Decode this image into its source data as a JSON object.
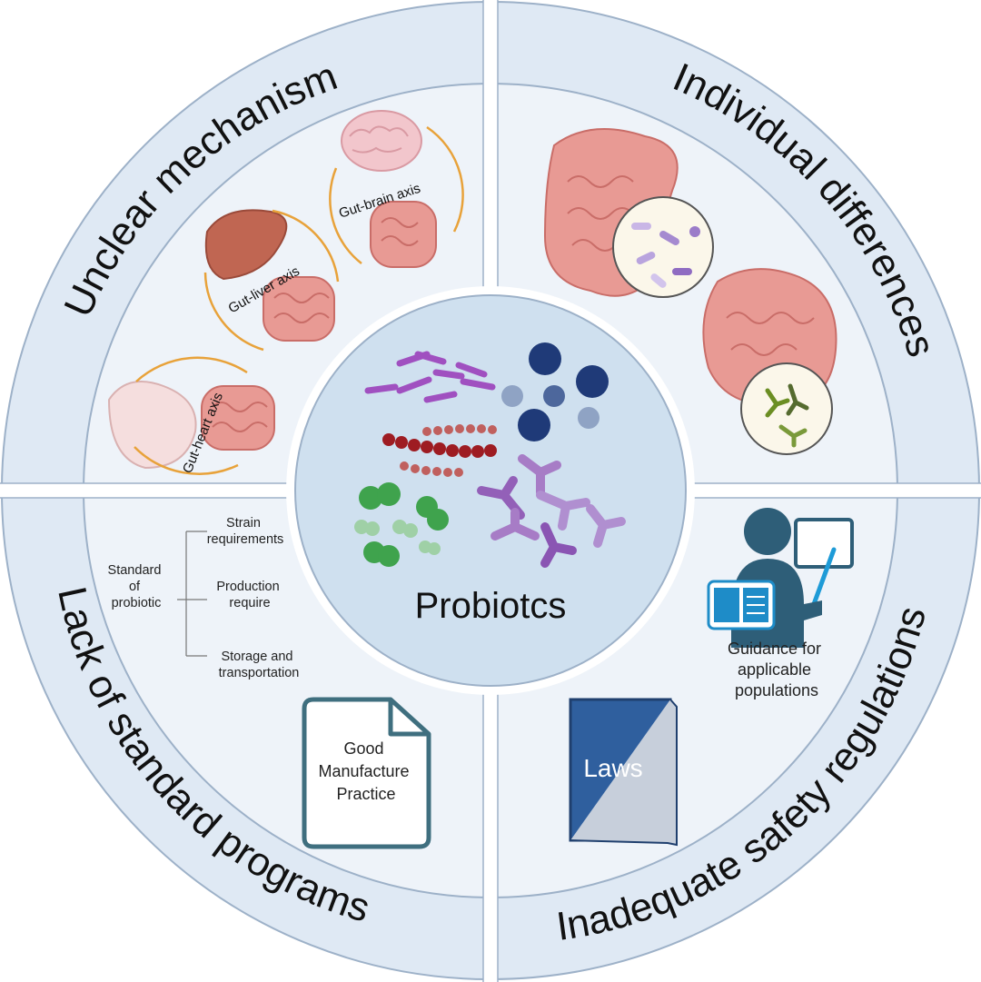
{
  "center": {
    "title": "Probiotcs"
  },
  "quadrants": {
    "top_left": {
      "ring_label": "Unclear mechanism",
      "axes": [
        "Gut-brain axis",
        "Gut-liver axis",
        "Gut-heart axis"
      ]
    },
    "top_right": {
      "ring_label": "Individual differences"
    },
    "bottom_left": {
      "ring_label": "Lack of standard programs",
      "tree_root": [
        "Standard",
        "of",
        "probiotic"
      ],
      "tree_branches": [
        [
          "Strain",
          "requirements"
        ],
        [
          "Production",
          "require"
        ],
        [
          "Storage and",
          "transportation"
        ]
      ],
      "document_lines": [
        "Good",
        "Manufacture",
        "Practice"
      ]
    },
    "bottom_right": {
      "ring_label": "Inadequate safety regulations",
      "guidance_lines": [
        "Guidance for",
        "applicable",
        "populations"
      ],
      "book_label": "Laws"
    }
  },
  "colors": {
    "ring_fill": "#dfe9f4",
    "panel_fill": "#eef3f9",
    "border": "#ffffff",
    "center_fill": "#cfe0ef",
    "gut": "#e89a94",
    "arrow": "#e8a23a",
    "book": "#2f5f9e",
    "teacher": "#2e5e78"
  }
}
